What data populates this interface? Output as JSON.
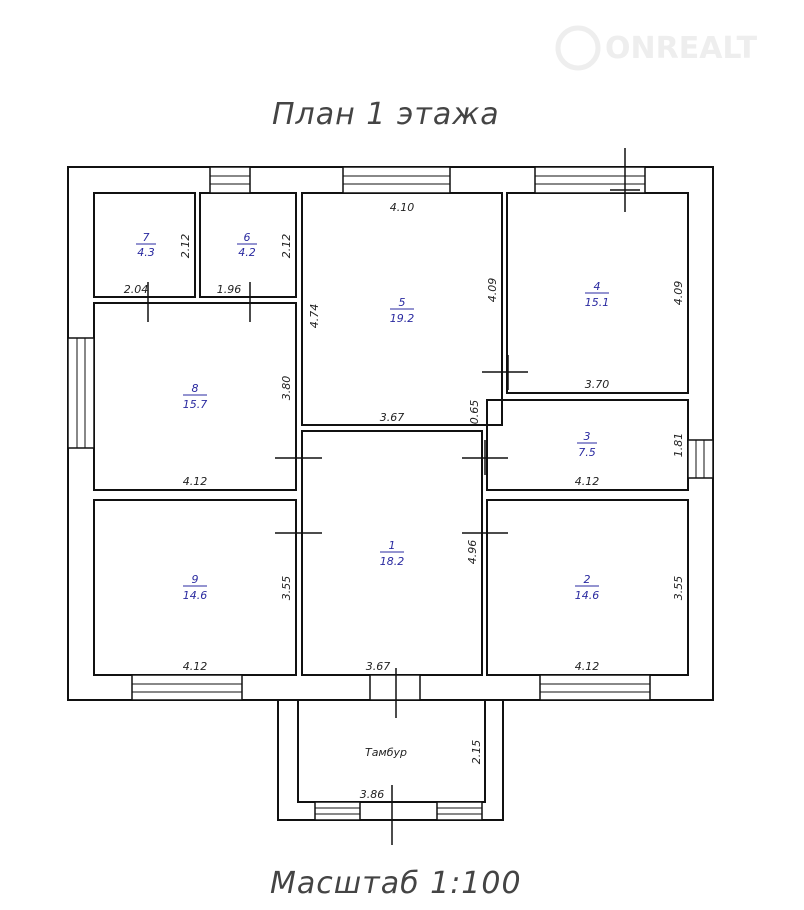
{
  "title": "План 1 этажа",
  "scale": "Масштаб 1:100",
  "watermark": "ONREALT",
  "colors": {
    "lines": "#111111",
    "room_labels": "#2a2aa0"
  },
  "rooms": [
    {
      "number": "7",
      "area": "4.3",
      "dims": [
        "2.12",
        "2.04"
      ]
    },
    {
      "number": "6",
      "area": "4.2",
      "dims": [
        "2.12",
        "1.96"
      ]
    },
    {
      "number": "5",
      "area": "19.2",
      "dims": [
        "4.10",
        "4.74",
        "4.09",
        "3.67",
        "0.65"
      ]
    },
    {
      "number": "4",
      "area": "15.1",
      "dims": [
        "4.09",
        "3.70"
      ]
    },
    {
      "number": "8",
      "area": "15.7",
      "dims": [
        "3.80",
        "4.12"
      ]
    },
    {
      "number": "3",
      "area": "7.5",
      "dims": [
        "1.81",
        "4.12"
      ]
    },
    {
      "number": "1",
      "area": "18.2",
      "dims": [
        "4.96",
        "3.67"
      ]
    },
    {
      "number": "9",
      "area": "14.6",
      "dims": [
        "3.55",
        "4.12"
      ]
    },
    {
      "number": "2",
      "area": "14.6",
      "dims": [
        "3.55",
        "4.12"
      ]
    }
  ],
  "tambur": {
    "name": "Тамбур",
    "dims": [
      "2.15",
      "3.86"
    ]
  }
}
